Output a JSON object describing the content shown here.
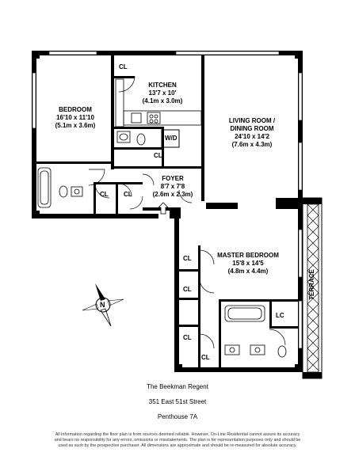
{
  "rooms": {
    "kitchen": {
      "name": "KITCHEN",
      "dim_ft": "13'7 x 10'",
      "dim_m": "(4.1m x 3.0m)"
    },
    "bedroom": {
      "name": "BEDROOM",
      "dim_ft": "16'10 x 11'10",
      "dim_m": "(5.1m x 3.6m)"
    },
    "living": {
      "name": "LIVING ROOM /",
      "name2": "DINING ROOM",
      "dim_ft": "24'10 x 14'2",
      "dim_m": "(7.6m x 4.3m)"
    },
    "foyer": {
      "name": "FOYER",
      "dim_ft": "8'7 x 7'8",
      "dim_m": "(2.6m x 2.3m)"
    },
    "master": {
      "name": "MASTER BEDROOM",
      "dim_ft": "15'8 x 14'5",
      "dim_m": "(4.8m x 4.4m)"
    }
  },
  "labels": {
    "cl": "CL",
    "wd": "W/D",
    "lc": "LC",
    "terrace": "TERRACE",
    "compass": "N"
  },
  "building": {
    "name": "The Beekman Regent",
    "address": "351 East 51st Street",
    "unit": "Penthouse 7A"
  },
  "disclaimer": {
    "line1": "All information regarding the floor plan is from sources deemed reliable. However, On-Line Residential cannot assure its accuracy",
    "line2": "and bears no responsibility for any errors, omissions or misstatements. The plan is for representation purposes only and should be",
    "line3": "used as such by the prospective purchaser. All dimensions are approximate and should be re-measured for absolute accuracy."
  }
}
